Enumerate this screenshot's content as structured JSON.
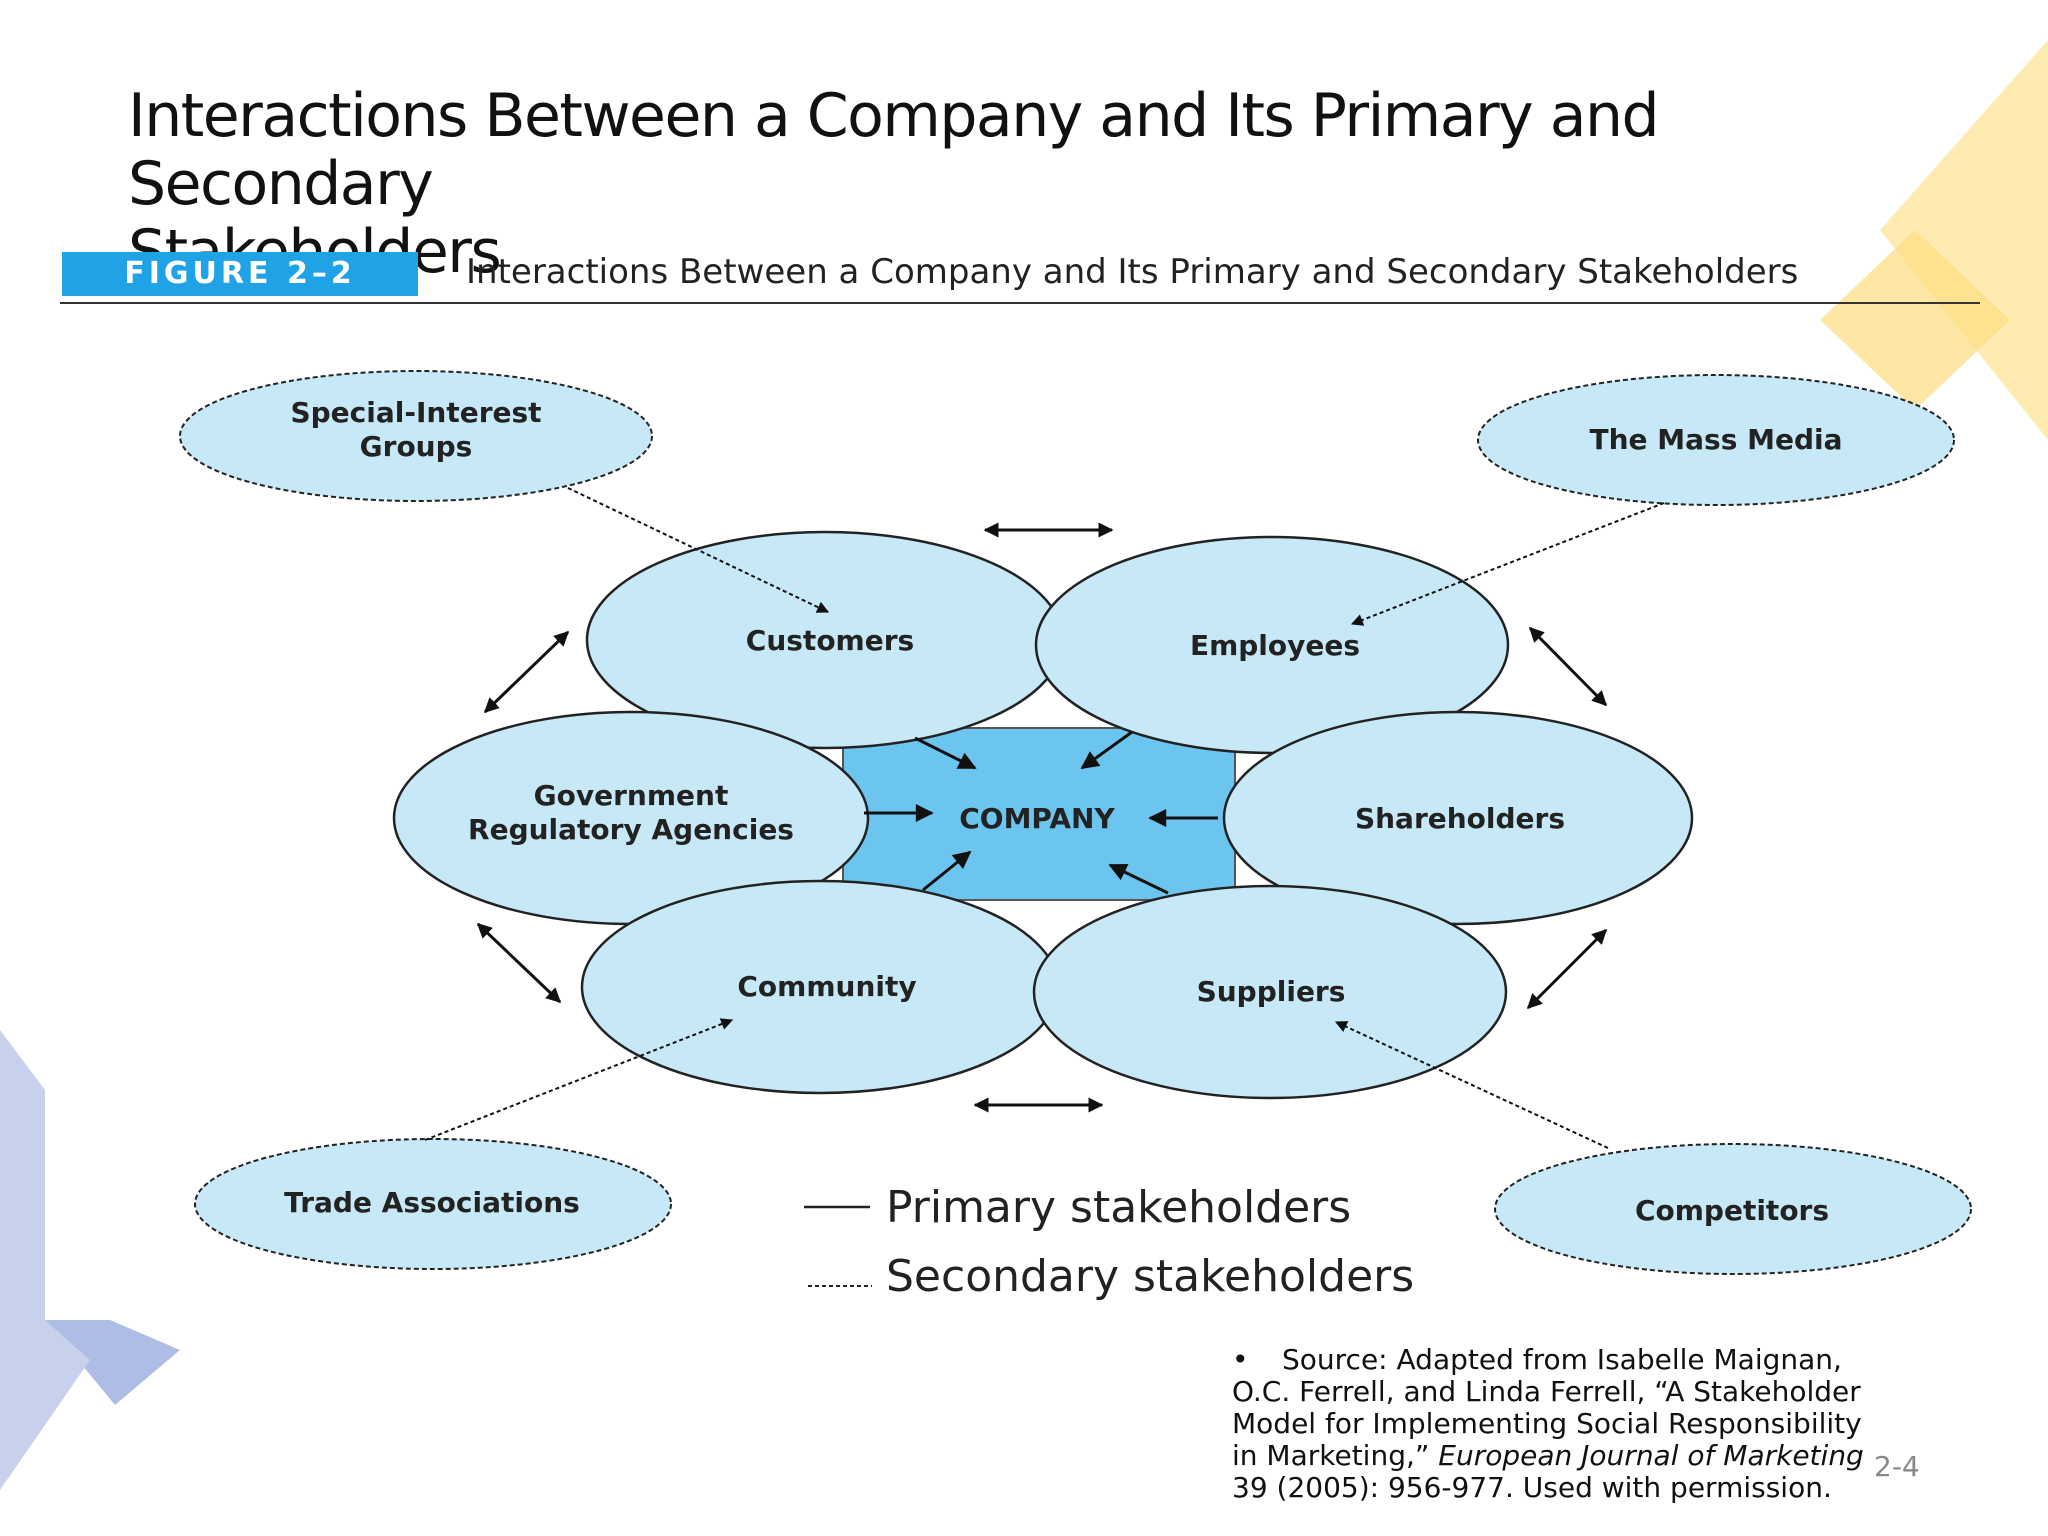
{
  "slide": {
    "title_line1": "Interactions Between a Company and Its Primary and Secondary",
    "title_line2": "Stakeholders",
    "slide_number": "2-4"
  },
  "figure": {
    "label": "FIGURE 2–2",
    "caption": "Interactions Between a Company and Its Primary and Secondary Stakeholders"
  },
  "center": {
    "label": "COMPANY"
  },
  "primary": {
    "customers": "Customers",
    "employees": "Employees",
    "government_line1": "Government",
    "government_line2": "Regulatory Agencies",
    "shareholders": "Shareholders",
    "community": "Community",
    "suppliers": "Suppliers"
  },
  "secondary": {
    "special_interest_line1": "Special-Interest",
    "special_interest_line2": "Groups",
    "mass_media": "The Mass Media",
    "trade_associations": "Trade Associations",
    "competitors": "Competitors"
  },
  "legend": {
    "primary": "Primary stakeholders",
    "secondary": "Secondary stakeholders"
  },
  "source": {
    "prefix": "Source:  Adapted from Isabelle Maignan, O.C. Ferrell, and Linda Ferrell, “A Stakeholder Model for Implementing Social Responsibility in Marketing,” ",
    "journal": "European Journal of Marketing",
    "suffix": " 39 (2005): 956-977.  Used with permission."
  },
  "colors": {
    "primary_fill": "#c7e8f7",
    "company_fill": "#6cc5ee",
    "figure_band": "#1fa3e6",
    "deco_yellow": "#fde49a",
    "deco_blue": "#b6c3e6"
  }
}
